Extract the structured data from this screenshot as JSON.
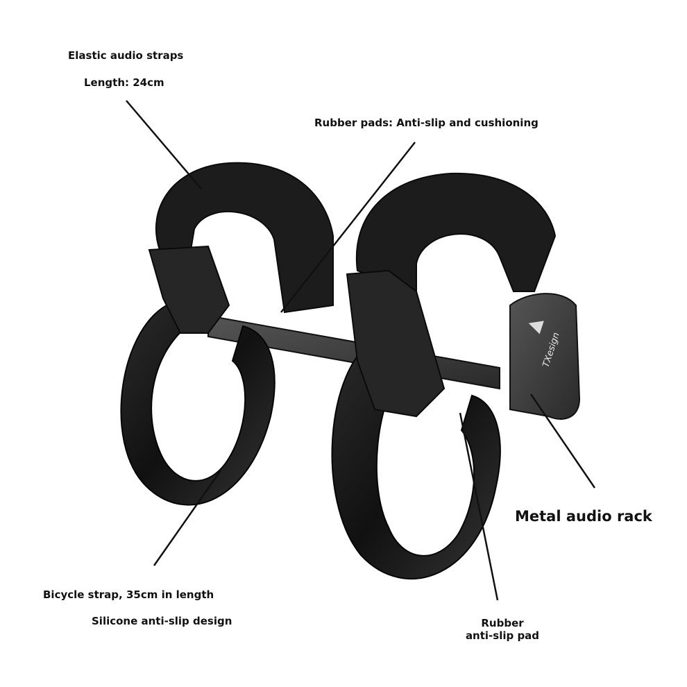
{
  "labels": {
    "elastic_straps": "Elastic audio straps",
    "length_24": "Length: 24cm",
    "rubber_pads": "Rubber pads: Anti-slip and cushioning",
    "metal_rack": "Metal audio rack",
    "bicycle_strap": "Bicycle strap, 35cm in length",
    "silicone_design": "Silicone anti-slip design",
    "rubber_line1": "Rubber",
    "rubber_line2": "anti-slip pad"
  },
  "brand": {
    "logo_text": "TXesign"
  },
  "colors": {
    "ink": "#111111",
    "strap": "#1a1a1a",
    "metal": "#3a3a3a",
    "background": "#ffffff"
  }
}
